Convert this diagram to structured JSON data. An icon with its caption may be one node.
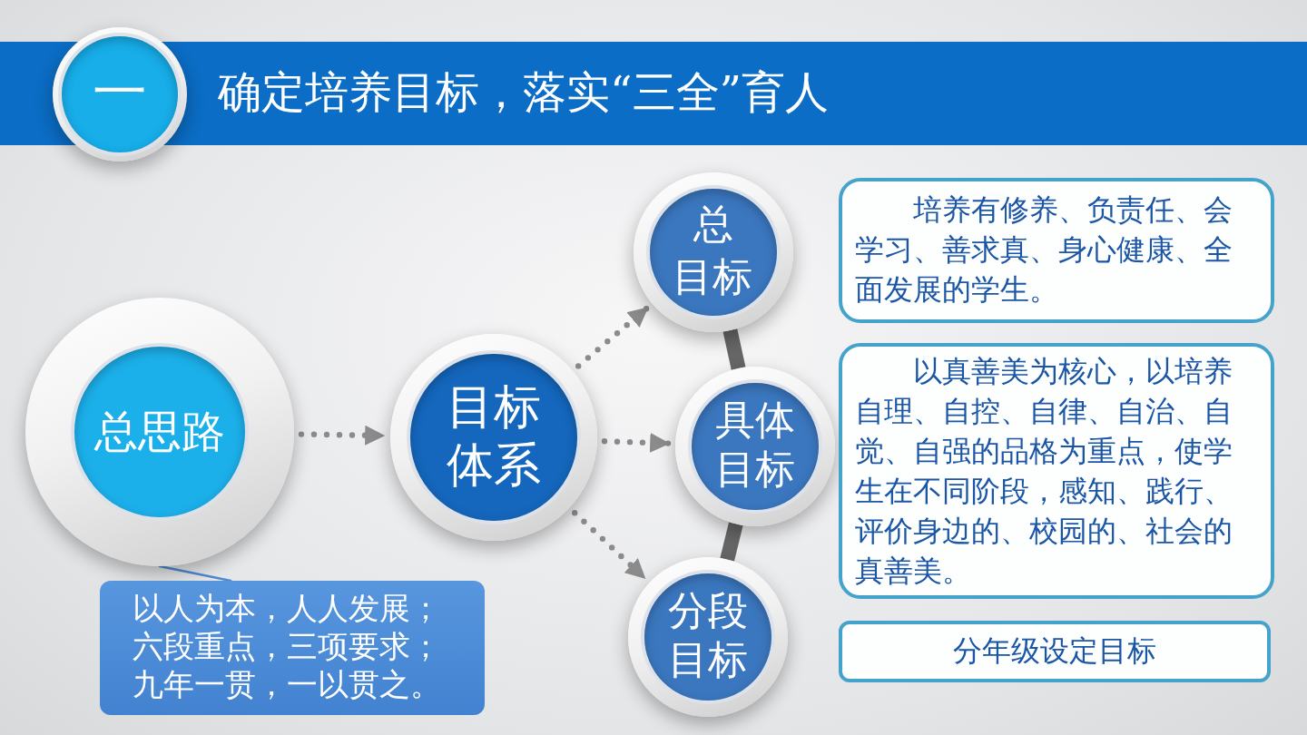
{
  "diagram": {
    "title": "确定培养目标，落实“三全”育人",
    "nodes": [
      {
        "text": [
          "一"
        ]
      },
      {
        "text": [
          "总思路"
        ]
      },
      {
        "text": [
          "以人为本，人人发展；六段重点，三项要求；九年一贯，一以贯之。"
        ]
      },
      {
        "text": [
          "目标体系"
        ]
      },
      {
        "text": [
          "总目标"
        ]
      },
      {
        "text": [
          "具体目标"
        ]
      },
      {
        "text": [
          "分段目标"
        ]
      },
      {
        "text": [
          "培养有修养、负责任、会学习、善求真、身心健康、全面发展的学生。"
        ]
      },
      {
        "text": [
          "以真善美为核心，以培养自理、自控、自律、自治、自觉、自强的品格为重点，使学生在不同阶段，感知、践行、评价身边的、校园的、社会的真善美。"
        ]
      },
      {
        "text": [
          "分年级设定目标"
        ]
      }
    ],
    "edges": [
      {
        "from": 1,
        "to": 3,
        "arrow": "to",
        "style": "dashed"
      },
      {
        "from": 3,
        "to": 4,
        "arrow": "to",
        "style": "dashed"
      },
      {
        "from": 3,
        "to": 5,
        "arrow": "to",
        "style": "dashed"
      },
      {
        "from": 3,
        "to": 6,
        "arrow": "to",
        "style": "dashed"
      },
      {
        "from": 4,
        "to": 5,
        "arrow": "none",
        "style": "thick",
        "color": "#666666"
      },
      {
        "from": 5,
        "to": 6,
        "arrow": "none",
        "style": "thick",
        "color": "#666666"
      },
      {
        "from": 2,
        "to": 1,
        "arrow": "none",
        "color": "#4f8ad6"
      }
    ]
  }
}
